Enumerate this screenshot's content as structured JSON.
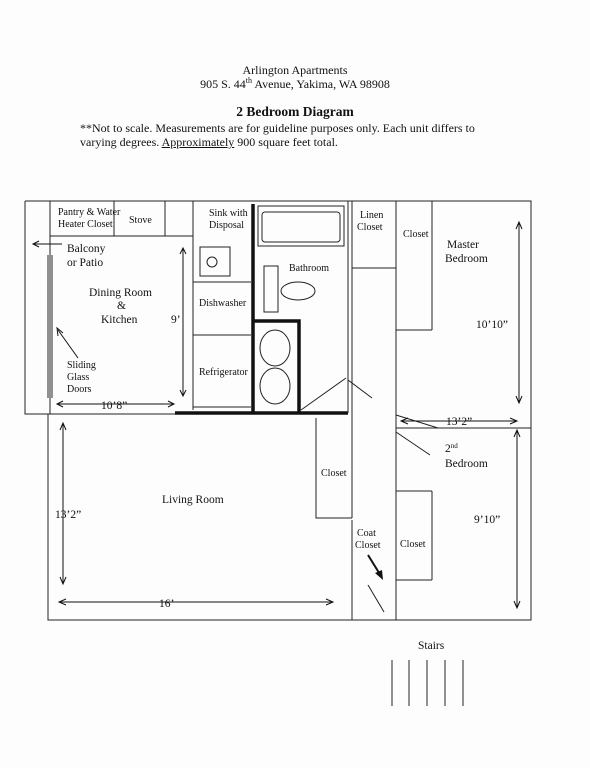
{
  "header": {
    "complex": "Arlington Apartments",
    "address_num": "905 S. 44",
    "address_sup": "th",
    "address_rest": " Avenue, Yakima, WA 98908"
  },
  "title": "2 Bedroom Diagram",
  "note": {
    "line1": "**Not to scale.  Measurements are for guideline purposes only.  Each unit differs to",
    "line2_a": "varying degrees.  ",
    "line2_underlined": "Approximately",
    "line2_b": " 900 square feet total."
  },
  "rooms": {
    "pantry_1": "Pantry & Water",
    "pantry_2": "Heater Closet",
    "stove": "Stove",
    "sink_1": "Sink with",
    "sink_2": "Disposal",
    "linen_1": "Linen",
    "linen_2": "Closet",
    "closet_master": "Closet",
    "master_1": "Master",
    "master_2": "Bedroom",
    "balcony_1": "Balcony",
    "balcony_2": "or Patio",
    "dining_1": "Dining Room",
    "dining_2": "&",
    "dining_3": "Kitchen",
    "bathroom": "Bathroom",
    "dishwasher": "Dishwasher",
    "sliding_1": "Sliding",
    "sliding_2": "Glass",
    "sliding_3": "Doors",
    "refrigerator": "Refrigerator",
    "closet_living": "Closet",
    "living": "Living Room",
    "bedroom2_num": "2",
    "bedroom2_sup": "nd",
    "bedroom2_word": "Bedroom",
    "coat_1": "Coat",
    "coat_2": "Closet",
    "closet_bed2": "Closet",
    "stairs": "Stairs"
  },
  "dimensions": {
    "kitchen_height": "9’",
    "kitchen_width": "10’8”",
    "master_height": "10’10”",
    "bedrooms_width": "13’2”",
    "living_height": "13’2”",
    "bedroom2_height": "9’10”",
    "living_width": "16’"
  }
}
